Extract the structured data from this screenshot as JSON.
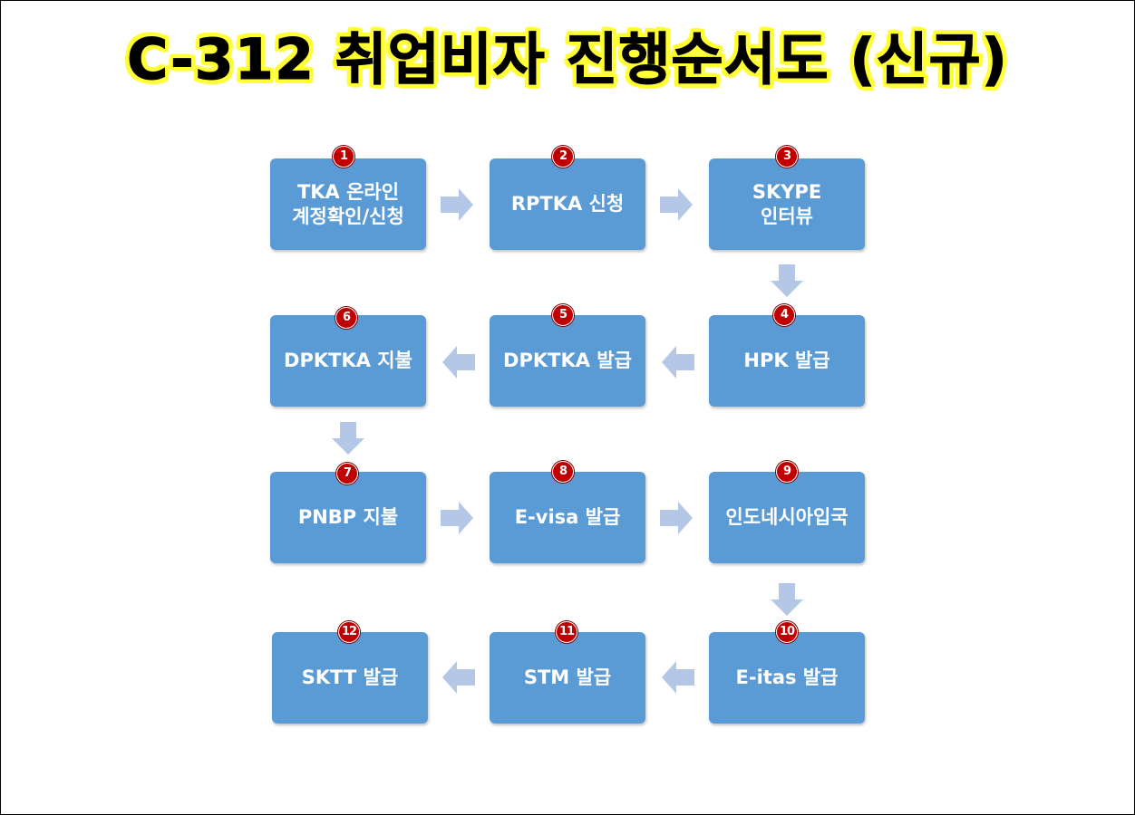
{
  "title": "C-312 취업비자 진행순서도 (신규)",
  "colors": {
    "box": "#5b9bd5",
    "badge": "#c00000",
    "arrow": "#b4c7e7",
    "title_fill": "#000000",
    "title_outline": "#ffff33"
  },
  "steps": [
    {
      "number": "1",
      "label": "TKA 온라인\n계정확인/신청"
    },
    {
      "number": "2",
      "label": "RPTKA 신청"
    },
    {
      "number": "3",
      "label": "SKYPE\n인터뷰"
    },
    {
      "number": "4",
      "label": "HPK 발급"
    },
    {
      "number": "5",
      "label": "DPKTKA 발급"
    },
    {
      "number": "6",
      "label": "DPKTKA 지불"
    },
    {
      "number": "7",
      "label": "PNBP 지불"
    },
    {
      "number": "8",
      "label": "E-visa 발급"
    },
    {
      "number": "9",
      "label": "인도네시아입국"
    },
    {
      "number": "10",
      "label": "E-itas 발급"
    },
    {
      "number": "11",
      "label": "STM 발급"
    },
    {
      "number": "12",
      "label": "SKTT 발급"
    }
  ],
  "connectors": [
    {
      "from": "1",
      "to": "2",
      "direction": "right"
    },
    {
      "from": "2",
      "to": "3",
      "direction": "right"
    },
    {
      "from": "3",
      "to": "4",
      "direction": "down"
    },
    {
      "from": "4",
      "to": "5",
      "direction": "left"
    },
    {
      "from": "5",
      "to": "6",
      "direction": "left"
    },
    {
      "from": "6",
      "to": "7",
      "direction": "down"
    },
    {
      "from": "7",
      "to": "8",
      "direction": "right"
    },
    {
      "from": "8",
      "to": "9",
      "direction": "right"
    },
    {
      "from": "9",
      "to": "10",
      "direction": "down"
    },
    {
      "from": "10",
      "to": "11",
      "direction": "left"
    },
    {
      "from": "11",
      "to": "12",
      "direction": "left"
    }
  ]
}
